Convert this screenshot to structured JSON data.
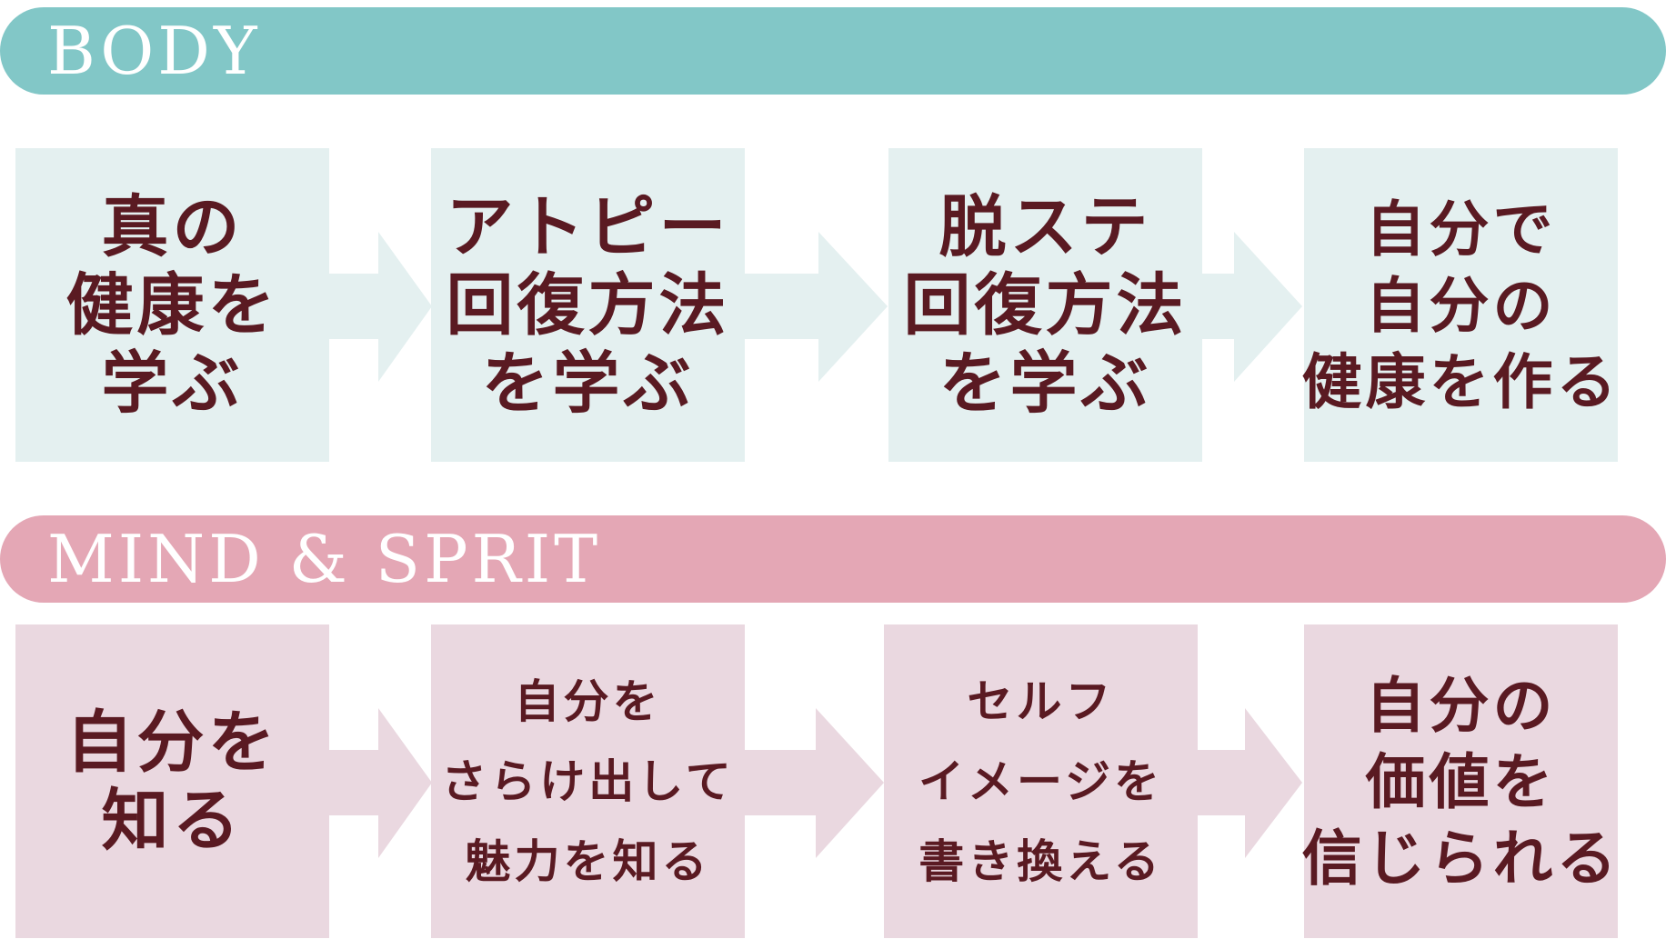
{
  "colors": {
    "body_band": "#82c7c7",
    "body_box": "#e4f0f0",
    "mind_band": "#e4a7b5",
    "mind_box": "#ead8e0",
    "text": "#5a1a22",
    "band_text": "#ffffff"
  },
  "body": {
    "title": "BODY",
    "steps": [
      {
        "lines": [
          "真の",
          "健康を",
          "学ぶ"
        ]
      },
      {
        "lines": [
          "アトピー",
          "回復方法",
          "を学ぶ"
        ]
      },
      {
        "lines": [
          "脱ステ",
          "回復方法",
          "を学ぶ"
        ]
      },
      {
        "lines": [
          "自分で",
          "自分の",
          "健康を作る"
        ]
      }
    ]
  },
  "mind": {
    "title": "MIND & SPRIT",
    "steps": [
      {
        "lines": [
          "自分を",
          "知る"
        ]
      },
      {
        "lines": [
          "自分を",
          "さらけ出して",
          "魅力を知る"
        ]
      },
      {
        "lines": [
          "セルフ",
          "イメージを",
          "書き換える"
        ]
      },
      {
        "lines": [
          "自分の",
          "価値を",
          "信じられる"
        ]
      }
    ]
  },
  "arrow_icon": "right-arrow-icon"
}
